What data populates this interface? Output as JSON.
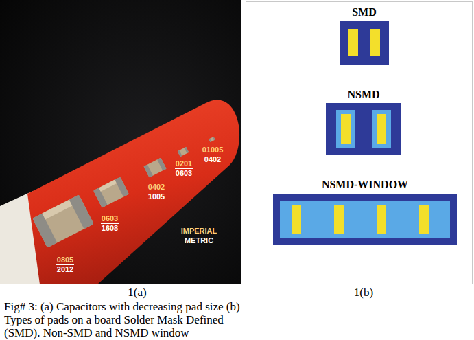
{
  "diagram": {
    "caption": "Fig# 3: (a) Capacitors with decreasing pad size (b) Types of pads on a board Solder Mask Defined (SMD). Non-SMD and NSMD window",
    "labels": [
      "0805",
      "2012",
      "0603",
      "1608",
      "0402",
      "1005",
      "0201",
      "0603",
      "01005",
      "0402",
      "IMPERIAL",
      "METRIC",
      "SMD",
      "NSMD",
      "NSMD-WINDOW",
      "1(a)",
      "1(b)"
    ]
  }
}
